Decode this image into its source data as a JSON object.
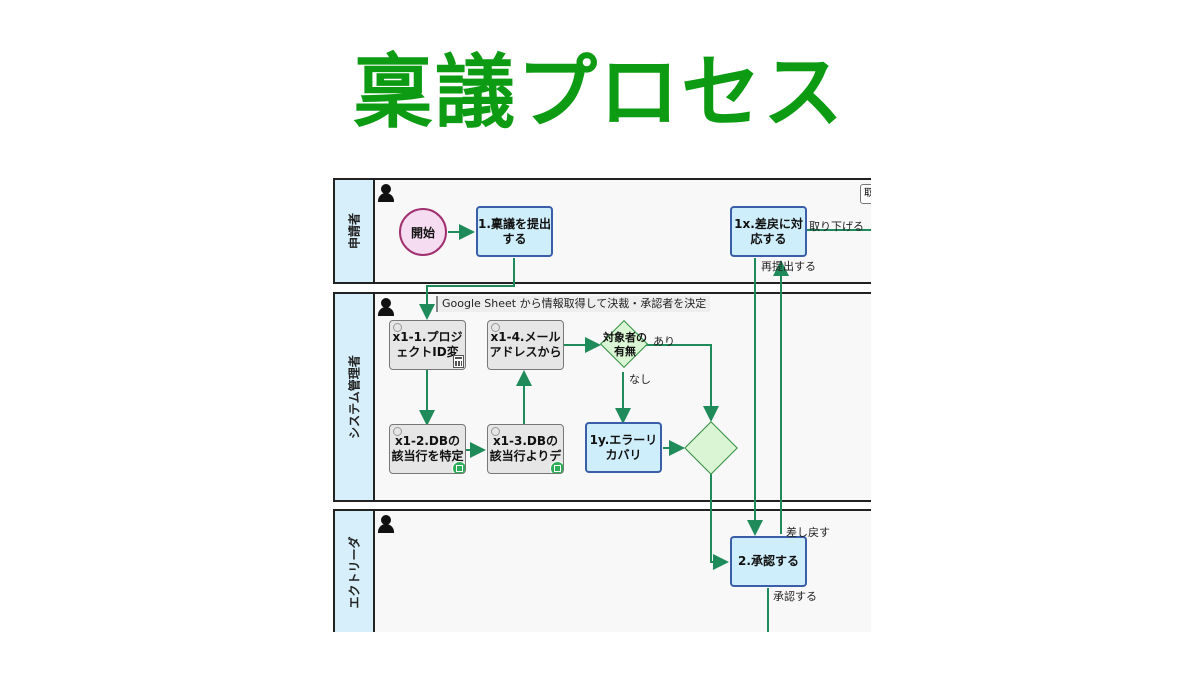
{
  "title": "稟議プロセス",
  "colors": {
    "title": "#0e9b14",
    "flow": "#1f8a5a",
    "task_border": "#3a5fa8"
  },
  "lanes": [
    {
      "label": "申請者"
    },
    {
      "label": "システム管理者"
    },
    {
      "label": "エクトリーダ"
    }
  ],
  "nodes": {
    "start": "開始",
    "submit": "1.稟議を提出\nする",
    "respond": "1x.差戻に対\n応する",
    "x11": "x1-1.プロジ\nェクトID変",
    "x14": "x1-4.メール\nアドレスから",
    "gw_target": "対象者の\n有無",
    "x12": "x1-2.DBの\n該当行を特定",
    "x13": "x1-3.DBの\n該当行よりデ",
    "recovery": "1y.エラーリ\nカバリ",
    "approve": "2.承認する"
  },
  "corner_box": "取",
  "annotation": "Google Sheet から情報取得して決裁・承認者を決定",
  "flow_labels": {
    "withdraw": "取り下げる",
    "resubmit": "再提出する",
    "yes": "あり",
    "no": "なし",
    "sendback": "差し戻す",
    "approved": "承認する"
  },
  "icons": [
    "user-icon",
    "gear-icon",
    "calculator-icon",
    "spreadsheet-icon"
  ]
}
